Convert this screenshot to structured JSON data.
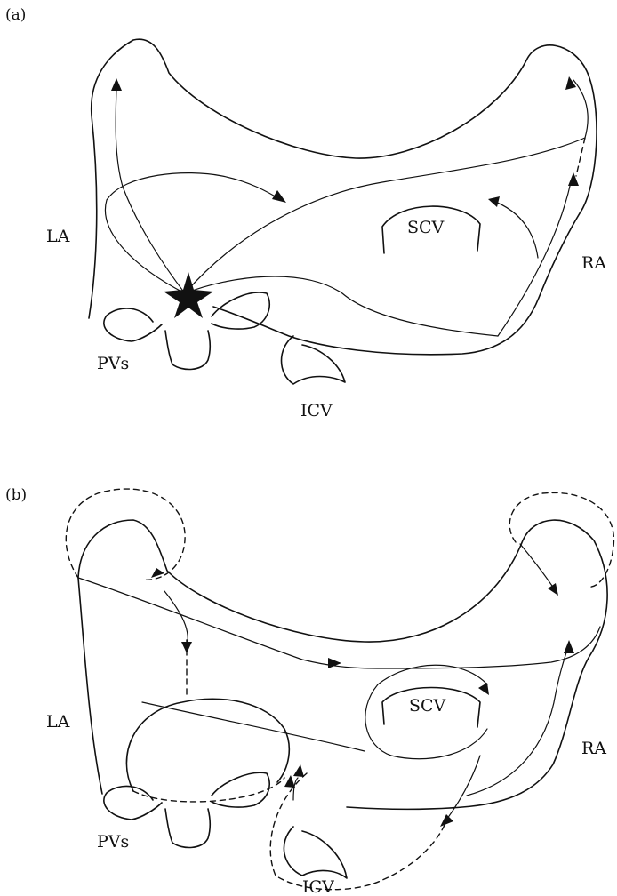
{
  "panels": [
    {
      "label": "(a)",
      "labels": {
        "la": "LA",
        "ra": "RA",
        "scv": "SCV",
        "icv": "ICV",
        "pvs": "PVs"
      }
    },
    {
      "label": "(b)",
      "labels": {
        "la": "LA",
        "ra": "RA",
        "scv": "SCV",
        "icv": "ICV",
        "pvs": "PVs"
      }
    }
  ],
  "marker_icon": "star-icon",
  "arrow_icon": "arrowhead-icon"
}
